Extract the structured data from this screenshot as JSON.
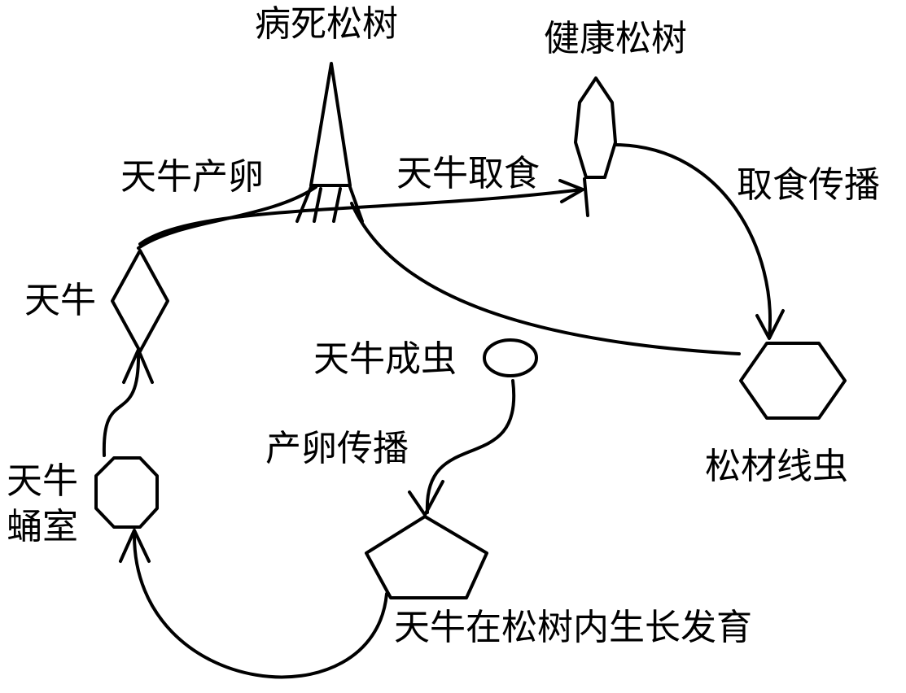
{
  "nodes": {
    "diseased_pine": "病死松树",
    "healthy_pine": "健康松树",
    "beetle": "天牛",
    "beetle_pupa_line1": "天牛",
    "beetle_pupa_line2": "蛹室",
    "beetle_adult": "天牛成虫",
    "nematode": "松材线虫",
    "larva_growth": "天牛在松树内生长发育"
  },
  "edges": {
    "egg_laying": "天牛产卵",
    "feeding": "天牛取食",
    "feeding_spread": "取食传播",
    "oviposition_spread": "产卵传播"
  },
  "colors": {
    "stroke": "#000000",
    "background": "#ffffff"
  }
}
